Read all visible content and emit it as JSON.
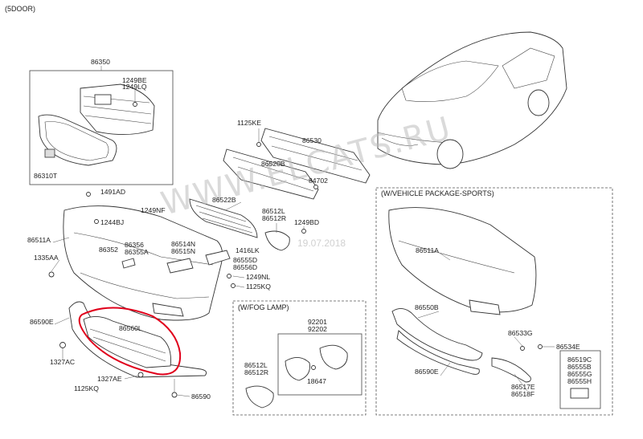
{
  "header": {
    "variant": "(5DOOR)"
  },
  "sections": {
    "vehicle_package_sports": "(W/VEHICLE PACKAGE-SPORTS)",
    "fog_lamp": "(W/FOG LAMP)"
  },
  "watermark": {
    "site": "WWW.ELCATS.RU",
    "date": "19.07.2018"
  },
  "labels": {
    "l86350": "86350",
    "l1249BE": "1249BE",
    "l1249LQ": "1249LQ",
    "l86310T": "86310T",
    "l1125KE": "1125KE",
    "l86530": "86530",
    "l86520B": "86520B",
    "l84702": "84702",
    "l1491AD": "1491AD",
    "l1249NF": "1249NF",
    "l86522B": "86522B",
    "l1244BJ": "1244BJ",
    "l86512L": "86512L",
    "l86512R": "86512R",
    "l1249BD": "1249BD",
    "l86511A": "86511A",
    "l86352": "86352",
    "l86356": "86356",
    "l86355A": "86355A",
    "l86514N": "86514N",
    "l86515N": "86515N",
    "l1416LK": "1416LK",
    "l86555D": "86555D",
    "l86556D": "86556D",
    "l1335AA": "1335AA",
    "l1249NL": "1249NL",
    "l1125KQ": "1125KQ",
    "l86590E": "86590E",
    "l86560L": "86560L",
    "l1327AC": "1327AC",
    "l1327AE": "1327AE",
    "l1125KQb": "1125KQ",
    "l86590": "86590",
    "f92201": "92201",
    "f92202": "92202",
    "f86512L": "86512L",
    "f86512R": "86512R",
    "f18647": "18647",
    "s86511A": "86511A",
    "s86550B": "86550B",
    "s86533G": "86533G",
    "s86534E": "86534E",
    "s86590E": "86590E",
    "s86517E": "86517E",
    "s86518F": "86518F",
    "s86519C": "86519C",
    "s86555B": "86555B",
    "s86555G": "86555G",
    "s86555H": "86555H"
  },
  "colors": {
    "highlight": "#e0001b",
    "line": "#333333",
    "watermark": "#bdbdbd"
  }
}
